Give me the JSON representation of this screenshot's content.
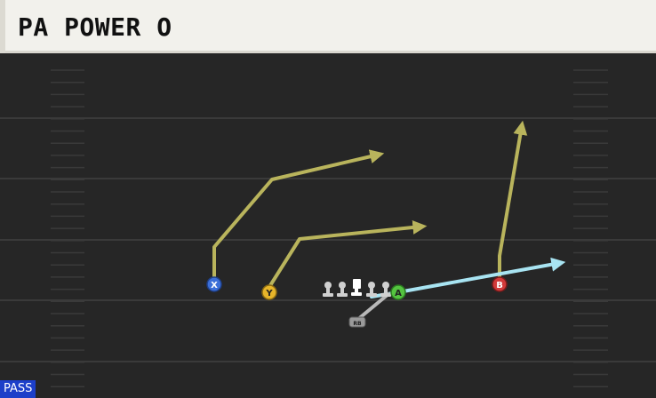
{
  "header": {
    "title": "PA POWER O"
  },
  "badge": {
    "mode": "PASS"
  },
  "colors": {
    "field_bg": "#262626",
    "yard_line": "#3a3a3a",
    "route_yellow": "#b9b45c",
    "route_blue": "#a8e4f2",
    "x_receiver": "#3c6fd8",
    "y_receiver": "#e7b52a",
    "a_receiver": "#54c440",
    "b_receiver": "#d23a3a",
    "rb": "#9a9a9a",
    "pass_badge": "#1c3fc9"
  },
  "players": {
    "x": "X",
    "y": "Y",
    "a": "A",
    "b": "B",
    "rb": "RB"
  }
}
